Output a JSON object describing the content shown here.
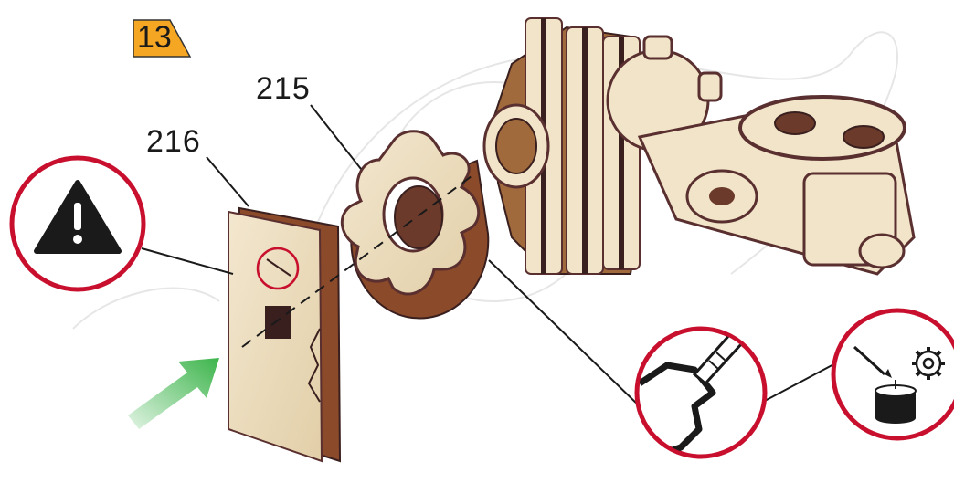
{
  "step": {
    "number": "13",
    "color": "#f5a623"
  },
  "parts": [
    {
      "id": "215",
      "name": "gear"
    },
    {
      "id": "216",
      "name": "plate"
    }
  ],
  "callouts": {
    "warning_icon": "warning-triangle-icon",
    "tool_icon": "cutter-knife-icon",
    "lubricate_icons": [
      "pencil-icon",
      "candle-wax-icon",
      "gear-icon"
    ],
    "ring_color": "#c8102e"
  },
  "direction_arrow_color": "#3cb44b"
}
